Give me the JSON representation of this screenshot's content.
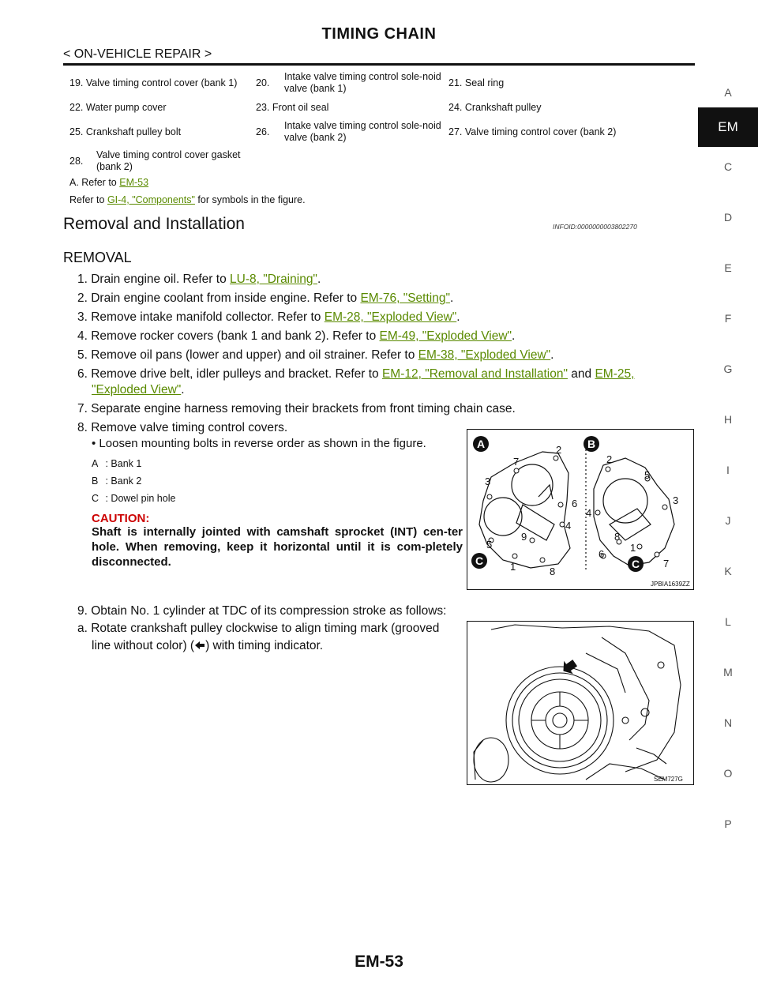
{
  "header": {
    "title": "TIMING CHAIN",
    "section": "< ON-VEHICLE REPAIR >"
  },
  "sidebar": {
    "letters": [
      "A",
      "EM",
      "C",
      "D",
      "E",
      "F",
      "G",
      "H",
      "I",
      "J",
      "K",
      "L",
      "M",
      "N",
      "O",
      "P"
    ],
    "active": "EM"
  },
  "parts_table": [
    [
      {
        "n": "19.",
        "t": "Valve timing control cover (bank 1)"
      },
      {
        "n": "20.",
        "t": "Intake valve timing control sole-noid valve (bank 1)"
      },
      {
        "n": "21.",
        "t": "Seal ring"
      }
    ],
    [
      {
        "n": "22.",
        "t": "Water pump cover"
      },
      {
        "n": "23.",
        "t": "Front oil seal"
      },
      {
        "n": "24.",
        "t": "Crankshaft pulley"
      }
    ],
    [
      {
        "n": "25.",
        "t": "Crankshaft pulley bolt"
      },
      {
        "n": "26.",
        "t": "Intake valve timing control sole-noid valve (bank 2)"
      },
      {
        "n": "27.",
        "t": "Valve timing control cover (bank 2)"
      }
    ],
    [
      {
        "n": "28.",
        "t": "Valve timing control cover gasket (bank 2)"
      },
      {
        "n": "",
        "t": ""
      },
      {
        "n": "",
        "t": ""
      }
    ]
  ],
  "refs": {
    "a_prefix": "A.   Refer to ",
    "a_link": "EM-53",
    "gi_prefix": "Refer to ",
    "gi_link": "GI-4, \"Components\"",
    "gi_suffix": " for symbols in the figure."
  },
  "section": {
    "title": "Removal and Installation",
    "infoid": "INFOID:0000000003802270",
    "subtitle": "REMOVAL"
  },
  "steps": {
    "s1": {
      "text": "1.  Drain engine oil. Refer to ",
      "link": "LU-8, \"Draining\"",
      "end": "."
    },
    "s2": {
      "text": "2.  Drain engine coolant from inside engine. Refer to ",
      "link": "EM-76, \"Setting\"",
      "end": "."
    },
    "s3": {
      "text": "3.  Remove intake manifold collector. Refer to ",
      "link": "EM-28, \"Exploded View\"",
      "end": "."
    },
    "s4": {
      "text": "4.  Remove rocker covers (bank 1 and bank 2). Refer to ",
      "link": "EM-49, \"Exploded View\"",
      "end": "."
    },
    "s5": {
      "text": "5.  Remove oil pans (lower and upper) and oil strainer. Refer to ",
      "link": "EM-38, \"Exploded View\"",
      "end": "."
    },
    "s6": {
      "text": "6.  Remove drive belt, idler pulleys and bracket. Refer to ",
      "link1": "EM-12, \"Removal and Installation\"",
      "mid": " and ",
      "link2a": "EM-25,",
      "link2b": "\"Exploded View\"",
      "end": "."
    },
    "s7": {
      "text": "7.  Separate engine harness removing their brackets from front timing chain case."
    },
    "s8": {
      "text": "8.  Remove valve timing control covers.",
      "bullet": "•  Loosen mounting bolts in reverse order as shown in the figure."
    },
    "s9": {
      "text": "9.  Obtain No. 1 cylinder at TDC of its compression stroke as follows:"
    },
    "sa": {
      "line1": "a.  Rotate crankshaft pulley clockwise to align timing mark (grooved",
      "line2a": "line without color) (",
      "line2b": ") with timing indicator."
    }
  },
  "legend": [
    {
      "k": "A",
      "v": ": Bank 1"
    },
    {
      "k": "B",
      "v": ": Bank 2"
    },
    {
      "k": "C",
      "v": ": Dowel pin hole"
    }
  ],
  "caution": {
    "heading": "CAUTION:",
    "text": "Shaft is internally jointed with camshaft sprocket (INT) cen-ter hole. When removing, keep it horizontal until it is com-pletely disconnected."
  },
  "figure1": {
    "code": "JPBIA1639ZZ",
    "badges": [
      "A",
      "B",
      "C",
      "C"
    ],
    "bank1_numbers": [
      "2",
      "7",
      "3",
      "6",
      "4",
      "9",
      "5",
      "1",
      "8"
    ],
    "bank2_numbers": [
      "2",
      "5",
      "3",
      "4",
      "8",
      "1",
      "6",
      "7"
    ]
  },
  "figure2": {
    "code": "SEM727G"
  },
  "page": {
    "number": "EM-53"
  }
}
